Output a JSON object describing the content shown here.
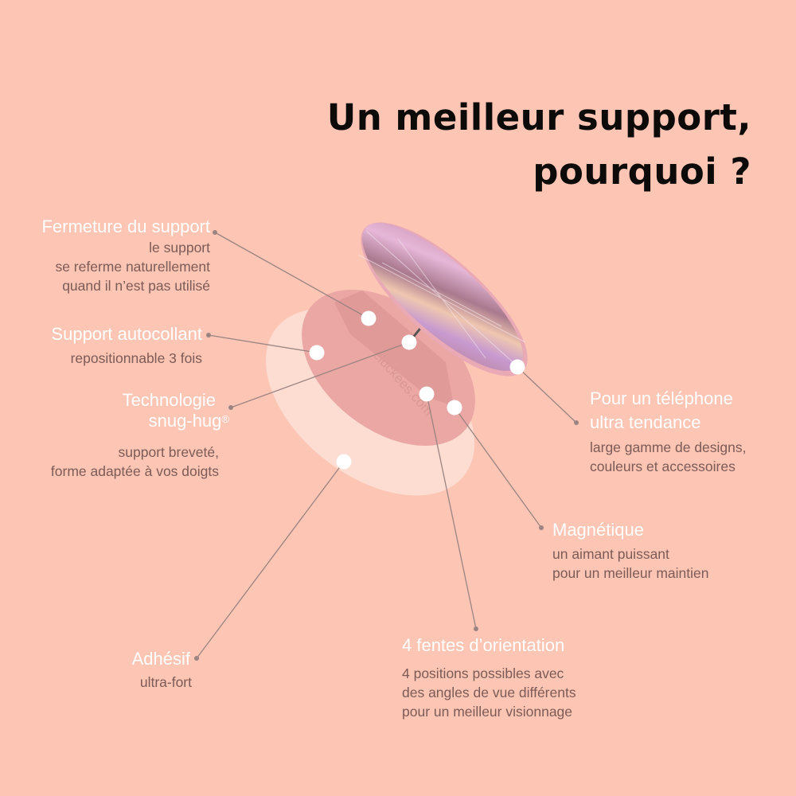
{
  "title": {
    "line1": "Un meilleur support,",
    "line2": "pourquoi ?"
  },
  "colors": {
    "background": "#fcc5b4",
    "heading": "#ffffff",
    "body": "#7d5b56",
    "title": "#0d0a0a",
    "leader": "#9b8481"
  },
  "product": {
    "imprint": "cluckees.com"
  },
  "callouts": {
    "closure": {
      "heading": "Fermeture du support",
      "lines": [
        "le support",
        "se referme naturellement",
        "quand il n’est pas utilisé"
      ]
    },
    "adhesive_support": {
      "heading": "Support autocollant",
      "lines": [
        "repositionnable 3 fois"
      ]
    },
    "snug_hug": {
      "heading1": "Technologie",
      "heading2": "snug-hug",
      "mark": "®",
      "lines": [
        "support breveté,",
        "forme adaptée à vos doigts"
      ]
    },
    "trendy": {
      "heading1": "Pour un téléphone",
      "heading2": "ultra tendance",
      "lines": [
        "large gamme de designs,",
        "couleurs et accessoires"
      ]
    },
    "magnetic": {
      "heading": "Magnétique",
      "lines": [
        "un aimant puissant",
        "pour un meilleur maintien"
      ]
    },
    "slots": {
      "heading": "4 fentes d’orientation",
      "lines": [
        "4 positions possibles avec",
        "des angles de vue différents",
        "pour un meilleur visionnage"
      ]
    },
    "adhesive": {
      "heading": "Adhésif",
      "lines": [
        "ultra-fort"
      ]
    }
  }
}
